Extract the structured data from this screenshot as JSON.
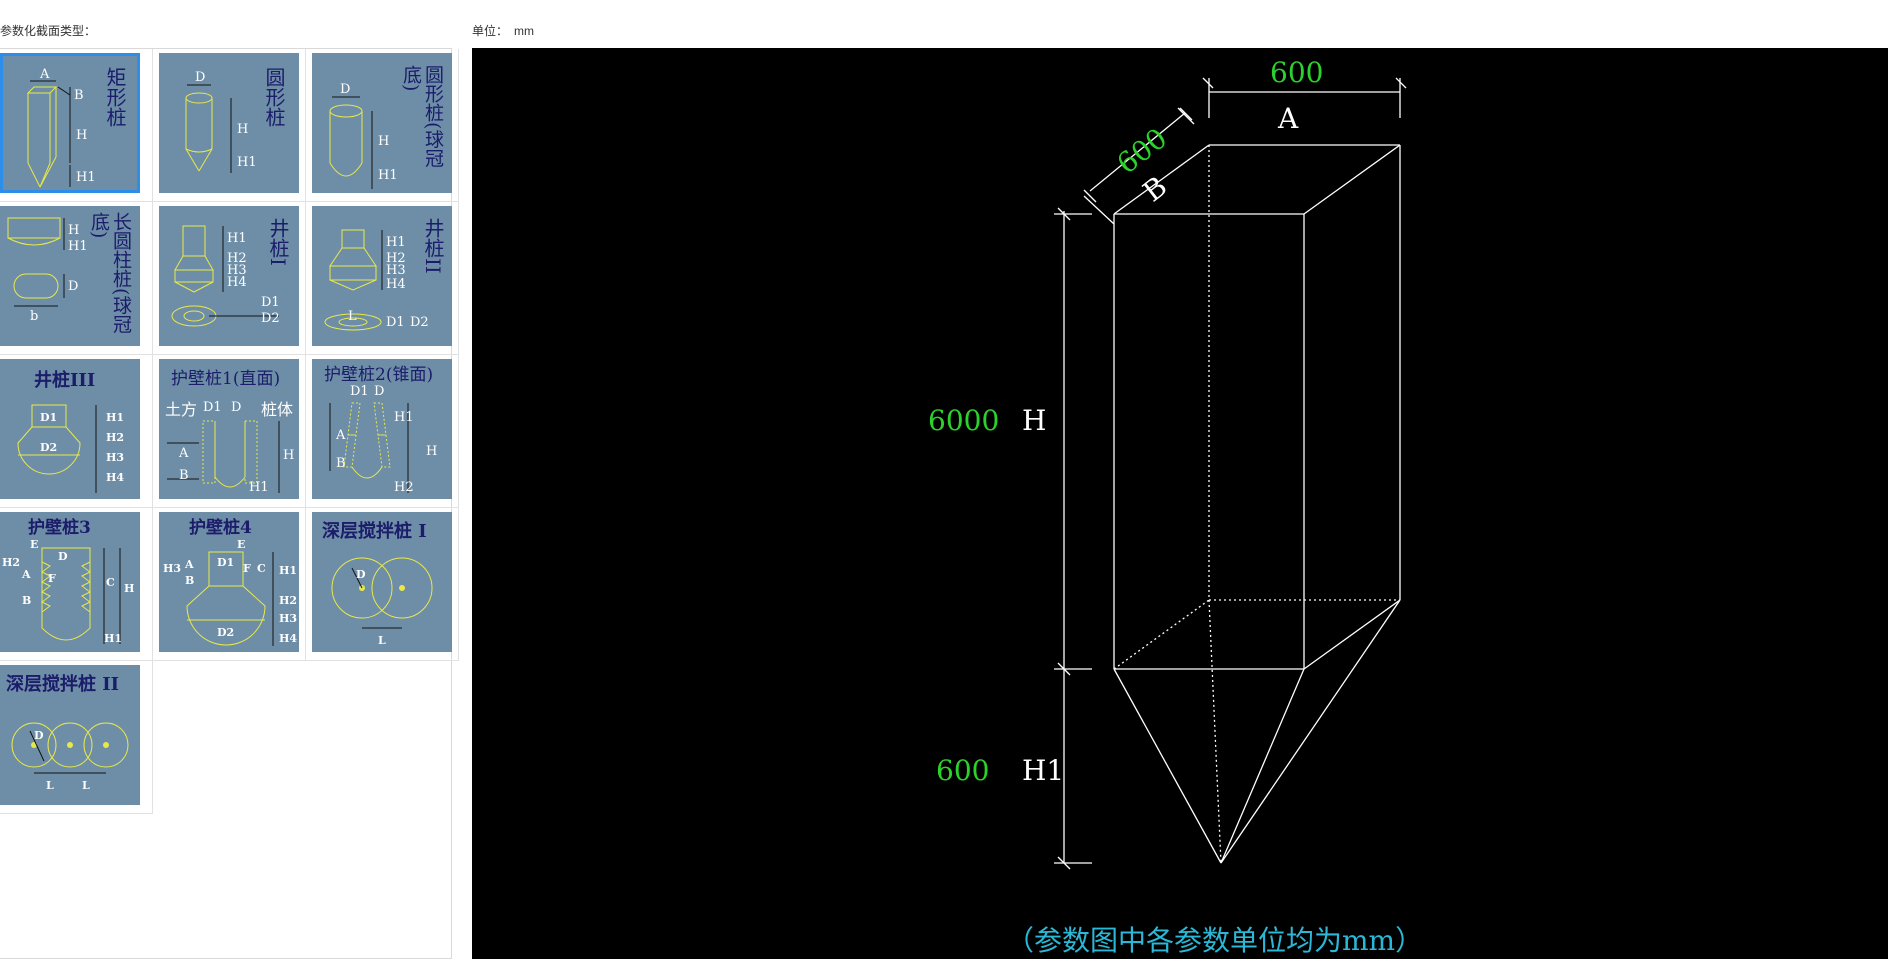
{
  "header": {
    "type_label": "参数化截面类型：",
    "unit_label": "单位：",
    "unit_value": "mm"
  },
  "tiles": [
    {
      "title": "矩形桩",
      "labels": [
        "A",
        "B",
        "H",
        "H1"
      ]
    },
    {
      "title": "圆形桩",
      "labels": [
        "D",
        "H",
        "H1"
      ]
    },
    {
      "title": "圆形桩(球冠底)",
      "labels": [
        "D",
        "H",
        "H1"
      ]
    },
    {
      "title": "长圆柱桩(球冠底)",
      "labels": [
        "H",
        "H1",
        "D",
        "b"
      ]
    },
    {
      "title": "井桩I",
      "labels": [
        "H1",
        "H2",
        "H3",
        "H4",
        "D1",
        "D2"
      ]
    },
    {
      "title": "井桩II",
      "labels": [
        "H1",
        "H2",
        "H3",
        "H4",
        "L",
        "D1",
        "D2"
      ]
    },
    {
      "title": "井桩III",
      "labels": [
        "D1",
        "D2",
        "H1",
        "H2",
        "H3",
        "H4"
      ]
    },
    {
      "title": "护壁桩1(直面)",
      "labels": [
        "土方",
        "D1",
        "D",
        "桩体",
        "A",
        "B",
        "H",
        "H1"
      ]
    },
    {
      "title": "护壁桩2(锥面)",
      "labels": [
        "D1",
        "D",
        "A",
        "B",
        "H1",
        "H",
        "H2"
      ]
    },
    {
      "title": "护壁桩3",
      "labels": [
        "E",
        "D",
        "H2",
        "A",
        "F",
        "B",
        "C",
        "H",
        "H1"
      ]
    },
    {
      "title": "护壁桩4",
      "labels": [
        "E",
        "H3",
        "A",
        "B",
        "D1",
        "F",
        "C",
        "H1",
        "H2",
        "H3",
        "H4",
        "D2"
      ]
    },
    {
      "title": "深层搅拌桩 I",
      "labels": [
        "D",
        "L"
      ]
    },
    {
      "title": "深层搅拌桩 II",
      "labels": [
        "D",
        "L",
        "L"
      ]
    }
  ],
  "preview": {
    "dims": [
      {
        "value": "600",
        "label": "A"
      },
      {
        "value": "600",
        "label": "B"
      },
      {
        "value": "6000",
        "label": "H"
      },
      {
        "value": "600",
        "label": "H1"
      }
    ],
    "note": "（参数图中各参数单位均为mm）",
    "colors": {
      "value": "#2bd22b",
      "label": "#ffffff",
      "note": "#2ab8d6",
      "background": "#000000",
      "tile": "#6e8ea7"
    }
  }
}
